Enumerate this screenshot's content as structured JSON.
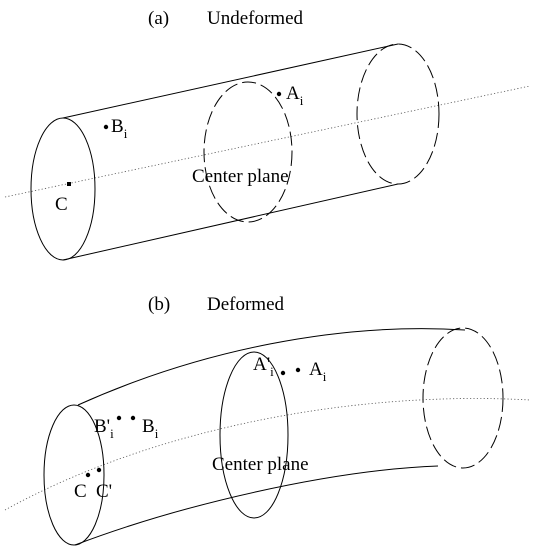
{
  "panel_a": {
    "tag": "(a)",
    "title": "Undeformed",
    "labels": {
      "a_point": "A",
      "a_sub": "i",
      "b_point": "B",
      "b_sub": "i",
      "c_point": "C",
      "center_plane": "Center plane"
    }
  },
  "panel_b": {
    "tag": "(b)",
    "title": "Deformed",
    "labels": {
      "a_prime_point": "A'",
      "a_prime_sub": "i",
      "a_point": "A",
      "a_sub": "i",
      "b_prime_point": "B'",
      "b_prime_sub": "i",
      "b_point": "B",
      "b_sub": "i",
      "c_point": "C",
      "c_prime_point": "C'",
      "center_plane": "Center plane"
    }
  }
}
